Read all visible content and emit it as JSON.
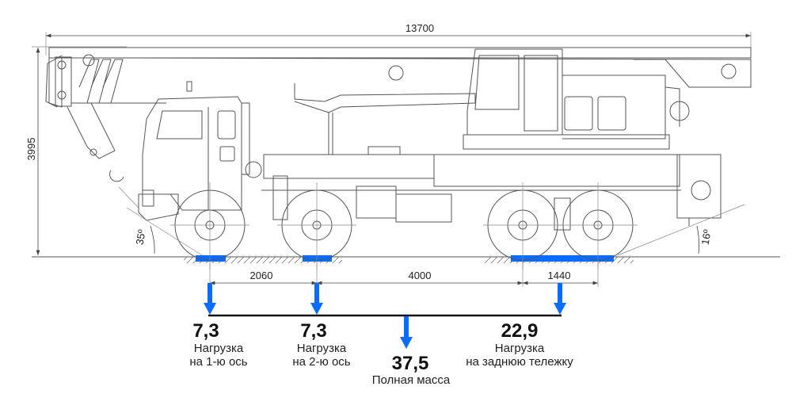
{
  "dimensions": {
    "overall_length": "13700",
    "overall_height": "3995",
    "axle_1_2": "2060",
    "axle_2_bogie": "4000",
    "bogie_base": "1440",
    "approach_angle": "35º",
    "departure_angle": "16º"
  },
  "loads": {
    "axle_1": {
      "value": "7,3",
      "label_line1": "Нагрузка",
      "label_line2": "на 1-ю ось"
    },
    "axle_2": {
      "value": "7,3",
      "label_line1": "Нагрузка",
      "label_line2": "на 2-ю ось"
    },
    "rear_bogie": {
      "value": "22,9",
      "label_line1": "Нагрузка",
      "label_line2": "на заднюю тележку"
    },
    "total": {
      "value": "37,5",
      "label": "Полная масса"
    }
  },
  "colors": {
    "accent": "#0a6cff",
    "line": "#555555"
  }
}
